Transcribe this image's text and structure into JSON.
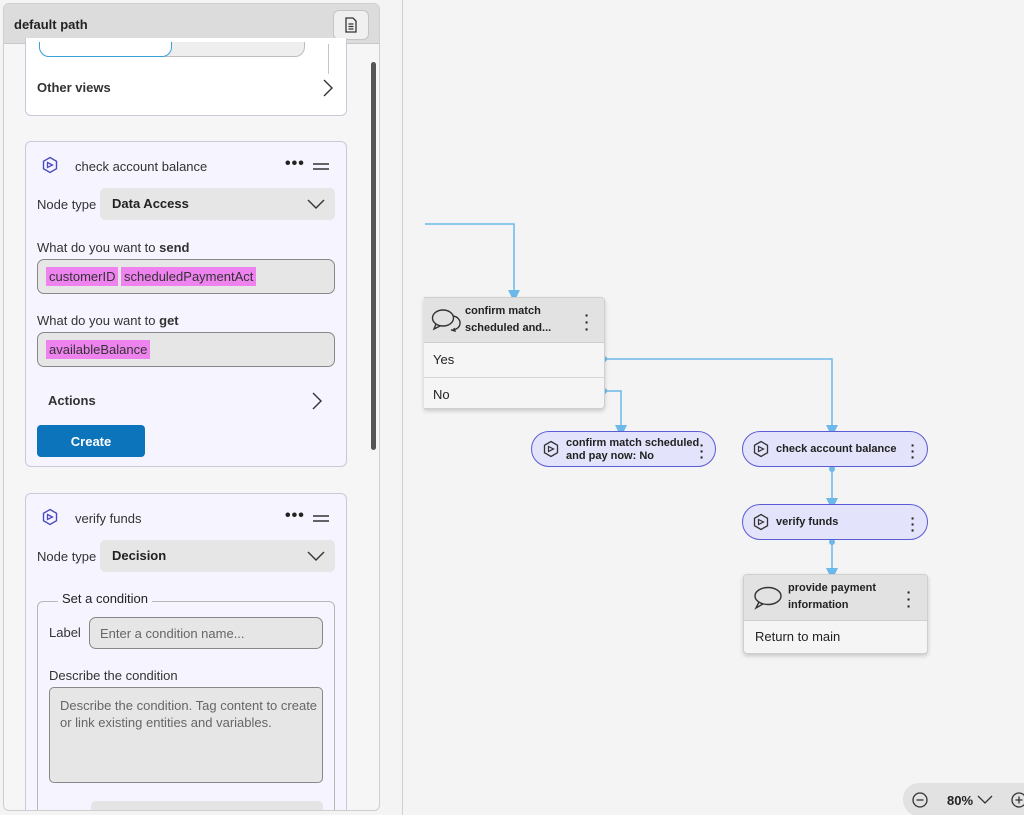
{
  "panel": {
    "title": "default path",
    "other_views_label": "Other views",
    "cards": [
      {
        "title": "check account balance",
        "node_type_label": "Node type",
        "node_type_value": "Data Access",
        "send_prefix": "What do you want to ",
        "send_bold": "send",
        "send_tags": [
          "customerID",
          "scheduledPaymentAct"
        ],
        "get_prefix": "What do you want to ",
        "get_bold": "get",
        "get_tags": [
          "availableBalance"
        ],
        "actions_label": "Actions",
        "create_label": "Create"
      },
      {
        "title": "verify funds",
        "node_type_label": "Node type",
        "node_type_value": "Decision",
        "condition_legend": "Set a condition",
        "label_text": "Label",
        "label_placeholder": "Enter a condition name...",
        "describe_label": "Describe the condition",
        "describe_placeholder": "Describe the condition. Tag content to create or link existing entities and variables."
      }
    ]
  },
  "canvas": {
    "confirm_node": {
      "title_line1": "confirm match",
      "title_line2": "scheduled and...",
      "rows": [
        "Yes",
        "No"
      ]
    },
    "pill_confirm_no": {
      "line1": "confirm match scheduled",
      "line2": "and pay now: No"
    },
    "pill_check_balance": {
      "label": "check account balance"
    },
    "pill_verify_funds": {
      "label": "verify funds"
    },
    "provide_node": {
      "title_line1": "provide payment",
      "title_line2": "information",
      "rows": [
        "Return to main"
      ]
    },
    "zoom_level": "80%"
  },
  "colors": {
    "accent_blue": "#0c74bb",
    "connector": "#6cb8ea",
    "pill_border": "#5b5bd6",
    "pill_fill": "#e3e3fb",
    "tag_fill": "#ee82ee"
  }
}
